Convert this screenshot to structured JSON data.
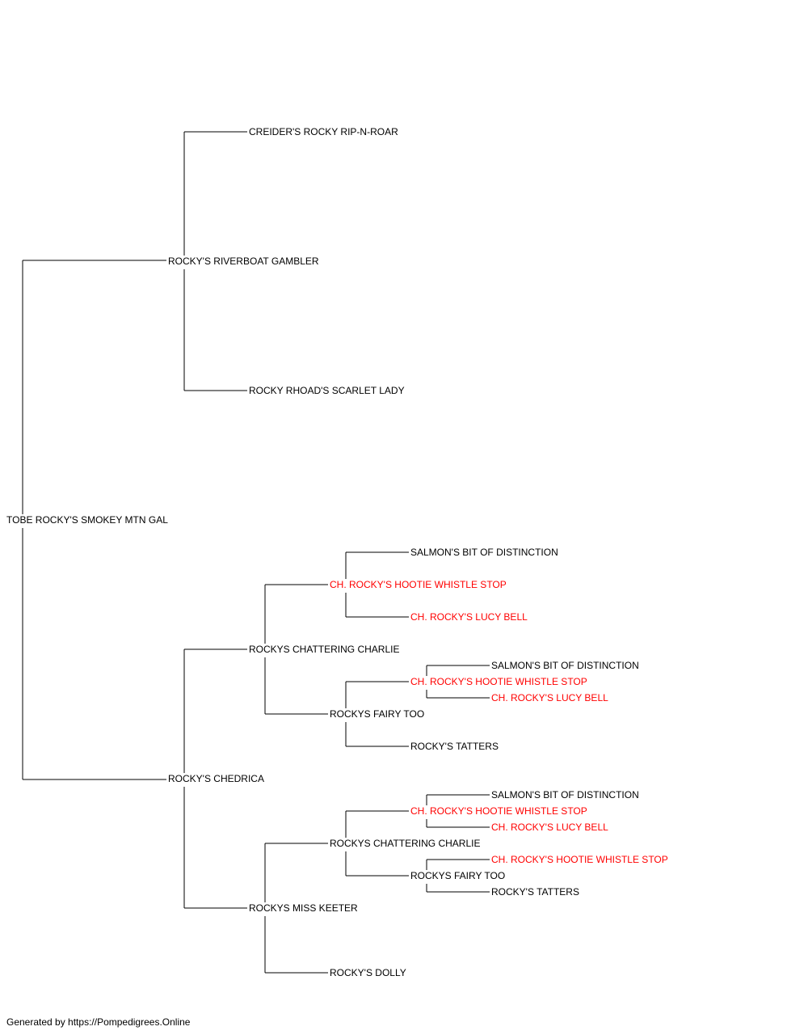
{
  "colors": {
    "champion": "#ff0000",
    "normal": "#000000",
    "line": "#000000"
  },
  "pedigree": {
    "subject": "TOBE ROCKY'S SMOKEY MTN GAL",
    "sire": {
      "name": "ROCKY'S RIVERBOAT GAMBLER",
      "sire": {
        "name": "CREIDER'S ROCKY RIP-N-ROAR"
      },
      "dam": {
        "name": "ROCKY RHOAD'S SCARLET LADY"
      }
    },
    "dam": {
      "name": "ROCKY'S CHEDRICA",
      "sire": {
        "name": "ROCKYS CHATTERING CHARLIE",
        "sire": {
          "name": "CH. ROCKY'S HOOTIE WHISTLE STOP",
          "champion": true,
          "sire": {
            "name": "SALMON'S BIT OF DISTINCTION"
          },
          "dam": {
            "name": "CH. ROCKY'S LUCY BELL",
            "champion": true
          }
        },
        "dam": {
          "name": "ROCKYS FAIRY TOO",
          "sire": {
            "name": "CH. ROCKY'S HOOTIE WHISTLE STOP",
            "champion": true,
            "sire": {
              "name": "SALMON'S BIT OF DISTINCTION"
            },
            "dam": {
              "name": "CH. ROCKY'S LUCY BELL",
              "champion": true
            }
          },
          "dam": {
            "name": "ROCKY'S TATTERS"
          }
        }
      },
      "dam": {
        "name": "ROCKYS MISS KEETER",
        "sire": {
          "name": "ROCKYS CHATTERING CHARLIE",
          "sire": {
            "name": "CH. ROCKY'S HOOTIE WHISTLE STOP",
            "champion": true,
            "sire": {
              "name": "SALMON'S BIT OF DISTINCTION"
            },
            "dam": {
              "name": "CH. ROCKY'S LUCY BELL",
              "champion": true
            }
          },
          "dam": {
            "name": "ROCKYS FAIRY TOO",
            "sire": {
              "name": "CH. ROCKY'S HOOTIE WHISTLE STOP",
              "champion": true
            },
            "dam": {
              "name": "ROCKY'S TATTERS"
            }
          }
        },
        "dam": {
          "name": "ROCKY'S DOLLY"
        }
      }
    }
  },
  "footer": "Generated by https://Pompedigrees.Online"
}
